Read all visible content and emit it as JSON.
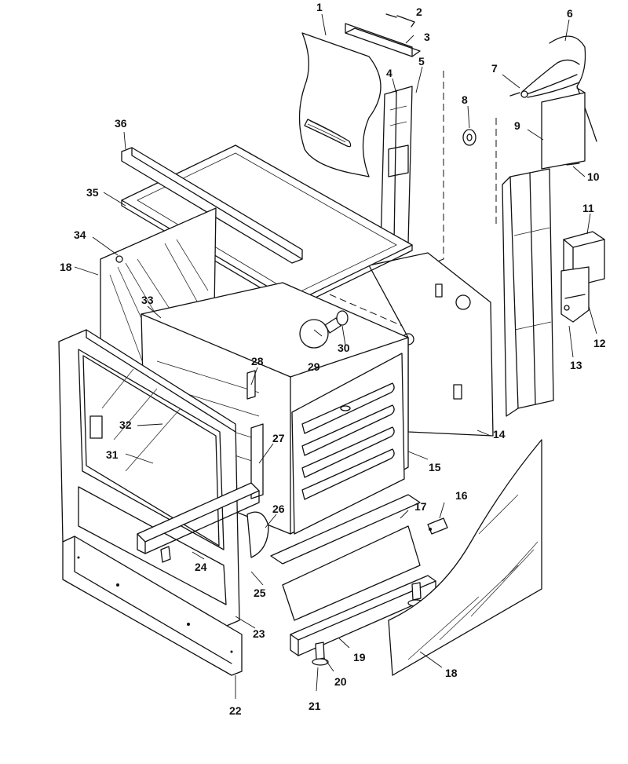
{
  "callouts": [
    {
      "id": "1",
      "label": "1"
    },
    {
      "id": "2",
      "label": "2"
    },
    {
      "id": "3",
      "label": "3"
    },
    {
      "id": "4",
      "label": "4"
    },
    {
      "id": "5",
      "label": "5"
    },
    {
      "id": "6",
      "label": "6"
    },
    {
      "id": "7",
      "label": "7"
    },
    {
      "id": "8",
      "label": "8"
    },
    {
      "id": "9",
      "label": "9"
    },
    {
      "id": "10",
      "label": "10"
    },
    {
      "id": "11",
      "label": "11"
    },
    {
      "id": "12",
      "label": "12"
    },
    {
      "id": "13",
      "label": "13"
    },
    {
      "id": "14",
      "label": "14"
    },
    {
      "id": "15",
      "label": "15"
    },
    {
      "id": "16",
      "label": "16"
    },
    {
      "id": "17",
      "label": "17"
    },
    {
      "id": "18a",
      "label": "18"
    },
    {
      "id": "18b",
      "label": "18"
    },
    {
      "id": "19",
      "label": "19"
    },
    {
      "id": "20",
      "label": "20"
    },
    {
      "id": "21",
      "label": "21"
    },
    {
      "id": "22",
      "label": "22"
    },
    {
      "id": "23",
      "label": "23"
    },
    {
      "id": "24",
      "label": "24"
    },
    {
      "id": "25",
      "label": "25"
    },
    {
      "id": "26",
      "label": "26"
    },
    {
      "id": "27",
      "label": "27"
    },
    {
      "id": "28",
      "label": "28"
    },
    {
      "id": "29",
      "label": "29"
    },
    {
      "id": "30",
      "label": "30"
    },
    {
      "id": "31",
      "label": "31"
    },
    {
      "id": "32",
      "label": "32"
    },
    {
      "id": "33",
      "label": "33"
    },
    {
      "id": "34",
      "label": "34"
    },
    {
      "id": "35",
      "label": "35"
    },
    {
      "id": "36",
      "label": "36"
    }
  ]
}
